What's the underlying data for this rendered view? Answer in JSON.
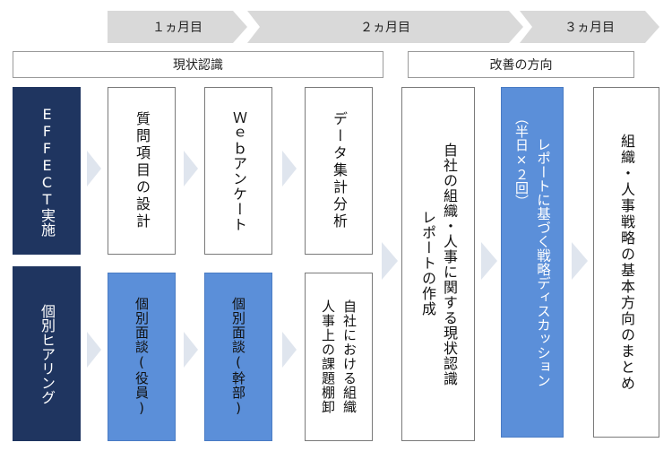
{
  "phases": [
    {
      "label": "１ヵ月目"
    },
    {
      "label": "２ヵ月目"
    },
    {
      "label": "３ヵ月目"
    }
  ],
  "sections": {
    "current": "現状認識",
    "improve": "改善の方向"
  },
  "left_boxes": {
    "effect": "EFFECT実施",
    "hearing": "個別ヒアリング"
  },
  "top_row": {
    "question_design": "質問項目の設計",
    "web_survey": "Ｗｅｂアンケート",
    "data_analysis": "データ集計分析"
  },
  "bottom_row": {
    "interview_exec": "個別面談(役員)",
    "interview_mgr": "個別面談(幹部)",
    "issue_lines": [
      "自社における組織",
      "人事上の課題棚卸"
    ]
  },
  "report": {
    "lines": [
      "自社の組織・人事に関する現状認識",
      "レポートの作成"
    ]
  },
  "discussion": {
    "lines": [
      "レポートに基づく戦略ディスカッション",
      "（半日×２回）"
    ]
  },
  "strategy": {
    "label": "組織・人事戦略の基本方向のまとめ"
  },
  "colors": {
    "navy": "#1f3560",
    "blue": "#5b8fd9",
    "chevron_gray": "#d9d9d9",
    "arrow_gray": "#dfe5ee"
  }
}
